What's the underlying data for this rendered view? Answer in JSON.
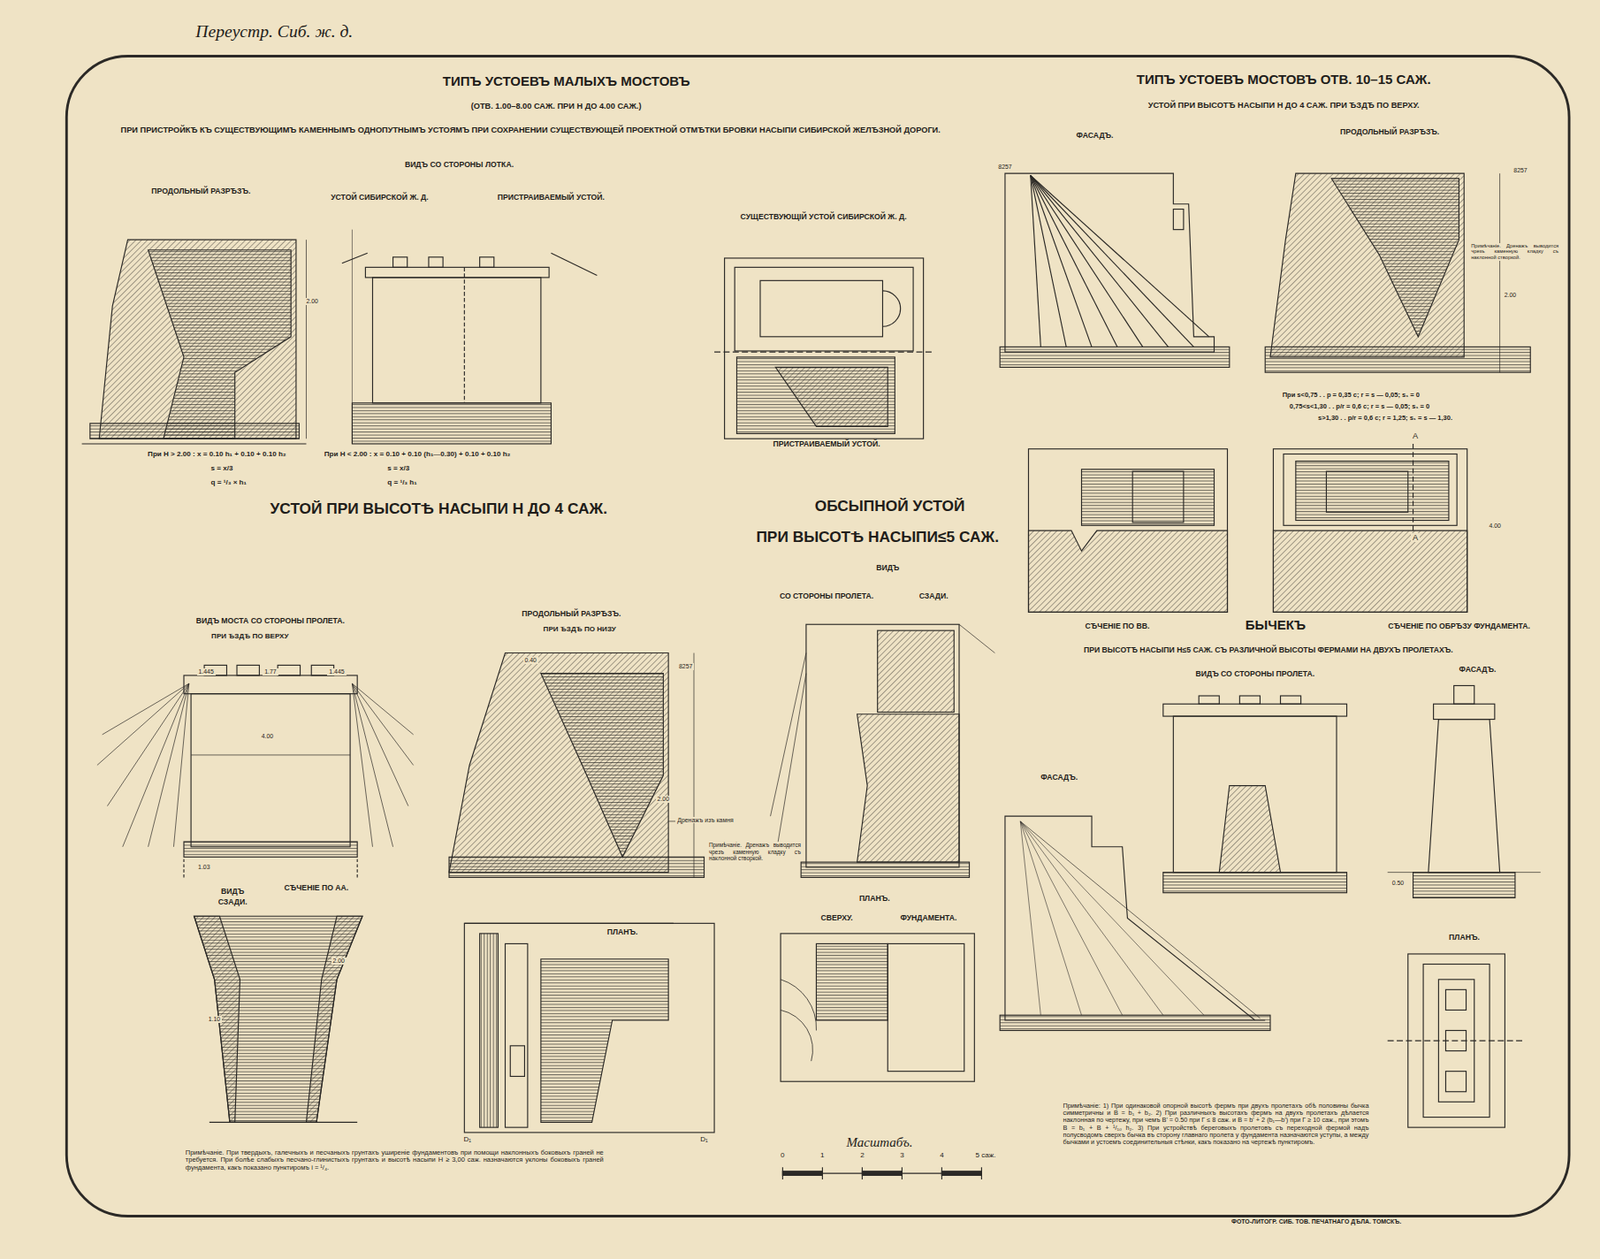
{
  "diagram": {
    "title": "ТИПЪ УСТОЕВЪ МАЛЫХЪ МОСТОВЪ",
    "labels": [
      "Переустр. Сиб. ж. д.",
      "(ОТВ. 1.00–8.00 САЖ. ПРИ Н ДО 4.00 САЖ.)",
      "ПРИ ПРИСТРОЙКѢ КЪ СУЩЕСТВУЮЩИМЪ КАМЕННЫМЪ ОДНОПУТНЫМЪ УСТОЯМЪ ПРИ СОХРАНЕНИИ СУЩЕСТВУЮЩЕЙ ПРОЕКТНОЙ ОТМѢТКИ БРОВКИ НАСЫПИ СИБИРСКОЙ ЖЕЛѢЗНОЙ ДОРОГИ.",
      "ТИПЪ УСТОЕВЪ МОСТОВЪ ОТВ. 10–15 САЖ.",
      "УСТОЙ ПРИ ВЫСОТѢ НАСЫПИ Н ДО 4 САЖ. ПРИ ѢЗДѢ ПО ВЕРХУ.",
      "ВИДЪ СО СТОРОНЫ ЛОТКА.",
      "ПРОДОЛЬНЫЙ РАЗРѢЗЪ.",
      "УСТОЙ СИБИРСКОЙ Ж. Д.",
      "ПРИСТРАИВАЕМЫЙ УСТОЙ.",
      "СУЩЕСТВУЮЩІЙ УСТОЙ СИБИРСКОЙ Ж. Д.",
      "ПРИСТРАИВАЕМЫЙ УСТОЙ.",
      "ФАСАДЪ.",
      "ПРОДОЛЬНЫЙ РАЗРѢЗЪ.",
      "При H > 2.00 : x = 0.10 h₁ + 0.10 + 0.10 h₂",
      "s = x/3",
      "q = ¹/₃ × h₁",
      "При H < 2.00 : x = 0.10 + 0.10 (h₁—0.30) + 0.10 + 0.10 h₂",
      "s = x/3",
      "q = ¹/₃ h₁",
      "УСТОЙ ПРИ ВЫСОТѢ НАСЫПИ Н ДО 4 САЖ.",
      "ОБСЫПНОЙ УСТОЙ",
      "ПРИ ВЫСОТѢ НАСЫПИ≤5 САЖ.",
      "ВИДЪ",
      "СО СТОРОНЫ ПРОЛЕТА.",
      "СЗАДИ.",
      "При s<0,75 . . p = 0,35 c; r = s — 0,05; s₁ = 0",
      "0,75<s<1,30 . . p/r = 0,6 c; r = s — 0,05; s₁ = 0",
      "s>1,30 . . p/r = 0,6 c; r = 1,25; s₁ = s — 1,30.",
      "СѢЧЕНІЕ ПО BB.",
      "БЫЧЕКЪ",
      "СѢЧЕНІЕ ПО ОБРѢЗУ ФУНДАМЕНТА.",
      "ПРИ ВЫСОТѢ НАСЫПИ Н≤5 САЖ. СЪ РАЗЛИЧНОЙ ВЫСОТЫ ФЕРМАМИ НА ДВУХЪ ПРОЛЕТАХЪ.",
      "ВИДЪ СО СТОРОНЫ ПРОЛЕТА.",
      "ФАСАДЪ.",
      "ФАСАДЪ.",
      "ВИДЪ МОСТА СО СТОРОНЫ ПРОЛЕТА.",
      "ПРИ ѢЗДѢ ПО ВЕРХУ",
      "ПРОДОЛЬНЫЙ РАЗРѢЗЪ.",
      "ПРИ ѢЗДѢ ПО НИЗУ",
      "ВИДЪ",
      "СЗАДИ.",
      "СѢЧЕНІЕ ПО AA.",
      "ПЛАНЪ.",
      "ПЛАНЪ.",
      "СВЕРХУ.",
      "ФУНДАМЕНТА.",
      "ПЛАНЪ.",
      "Масштабъ.",
      "0",
      "1",
      "2",
      "3",
      "4",
      "5 саж.",
      "Примѣчаніе. При твердыхъ, галечныхъ и песчаныхъ грунтахъ уширеніе фундаментовъ при помощи наклонныхъ боковыхъ граней не требуется. При болѣе слабыхъ песчано-глинистыхъ грунтахъ и высотѣ насыпи Н ≥ 3,00 саж. назначаются уклоны боковыхъ граней фундамента, какъ показано пунктиромъ i = ¹/₄.",
      "Примѣчаніе: 1) При одинаковой опорной высотѣ фермъ при двухъ пролетахъ обѣ половины бычка симметричны и B = b₁ + b₂. 2) При различныхъ высотахъ фермъ на двухъ пролетахъ дѣлается наклонная по чертежу, при чемъ B' = 0.50 при Г ≤ 8 саж. и B = b' + 2 (b₁—b') при Г ≥ 10 саж., при этомъ B = b₁ + B + ¹/₁₀ h₂. 3) При устройствѣ береговыхъ пролетовъ съ переходной фермой надъ полусводомъ сверхъ бычка въ сторону главнаго пролета у фундамента назначаются уступы, а между бычками и устоемъ соединительныя стѣнки, какъ показано на чертежѣ пунктиромъ.",
      "ФОТО-ЛИТОГР. СИБ. ТОВ. ПЕЧАТНАГО ДѢЛА. ТОМСКЪ.",
      "Примѣчаніе. Дренажъ выводится чрезъ каменную кладку съ наклонной створкой.",
      "Примѣчаніе. Дренажъ выводится чрезъ каменную кладку съ наклонной створкой.",
      "Дренажъ изъ камня",
      "2.00",
      "4.00",
      "1.445",
      "1.77",
      "1.445",
      "1.03",
      "8257",
      "8257",
      "8257",
      "2.00",
      "1.10",
      "0.40",
      "2.00",
      "A",
      "A",
      "4.00",
      "2.00",
      "0.50",
      "D₁",
      "D₁"
    ]
  }
}
